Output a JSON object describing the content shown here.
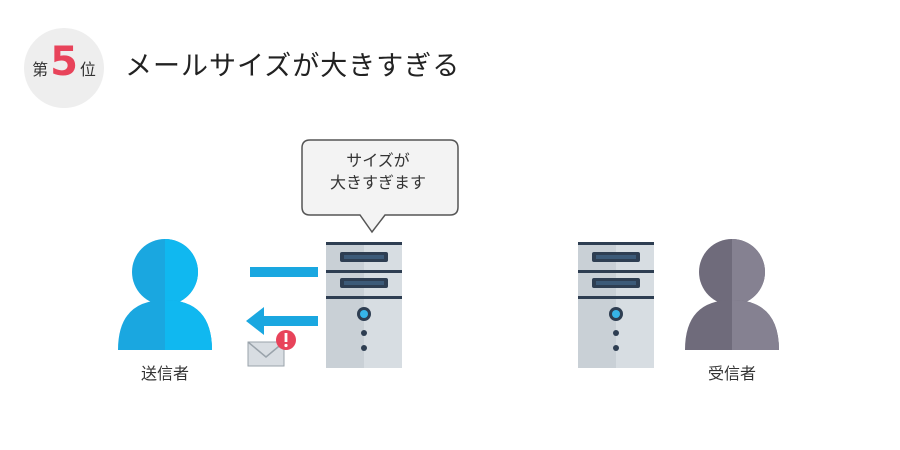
{
  "header": {
    "rank_prefix": "第",
    "rank_number": "5",
    "rank_suffix": "位",
    "title": "メールサイズが大きすぎる"
  },
  "diagram": {
    "bubble_line1": "サイズが",
    "bubble_line2": "大きすぎます",
    "sender_label": "送信者",
    "receiver_label": "受信者"
  },
  "colors": {
    "sender": "#1aa7e0",
    "receiver": "#7a7685",
    "arrow": "#1aa7e0",
    "alert": "#e8435a",
    "server": "#c9d0d6"
  }
}
